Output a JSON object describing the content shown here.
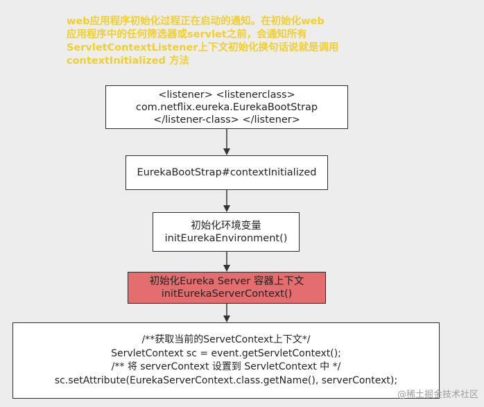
{
  "note": {
    "text": "        web应用程序初始化过程正在启动的通知。在初始化web\n应用程序中的任何筛选器或servlet之前，会通知所有\nServletContextListener上下文初始化换句话说就是调用\ncontextInitialized 方法"
  },
  "nodes": [
    {
      "id": "box1",
      "text": "<listener>  <listenerclass>\ncom.netflix.eureka.EurekaBootStrap\n</listener-class> </listener>"
    },
    {
      "id": "box2",
      "text": "EurekaBootStrap#contextInitialized"
    },
    {
      "id": "box3",
      "text": "初始化环境变量\ninitEurekaEnvironment()"
    },
    {
      "id": "box4",
      "text": "初始化Eureka Server 容器上下文\ninitEurekaServerContext()",
      "highlight": "#e36d6f"
    },
    {
      "id": "box5",
      "text": "/**获取当前的ServetContext上下文*/\n  ServletContext sc = event.getServletContext();\n    /** 将 serverContext 设置到 ServletContext 中 */\n  sc.setAttribute(EurekaServerContext.class.getName(), serverContext);"
    }
  ],
  "watermark": "@稀土掘金技术社区"
}
